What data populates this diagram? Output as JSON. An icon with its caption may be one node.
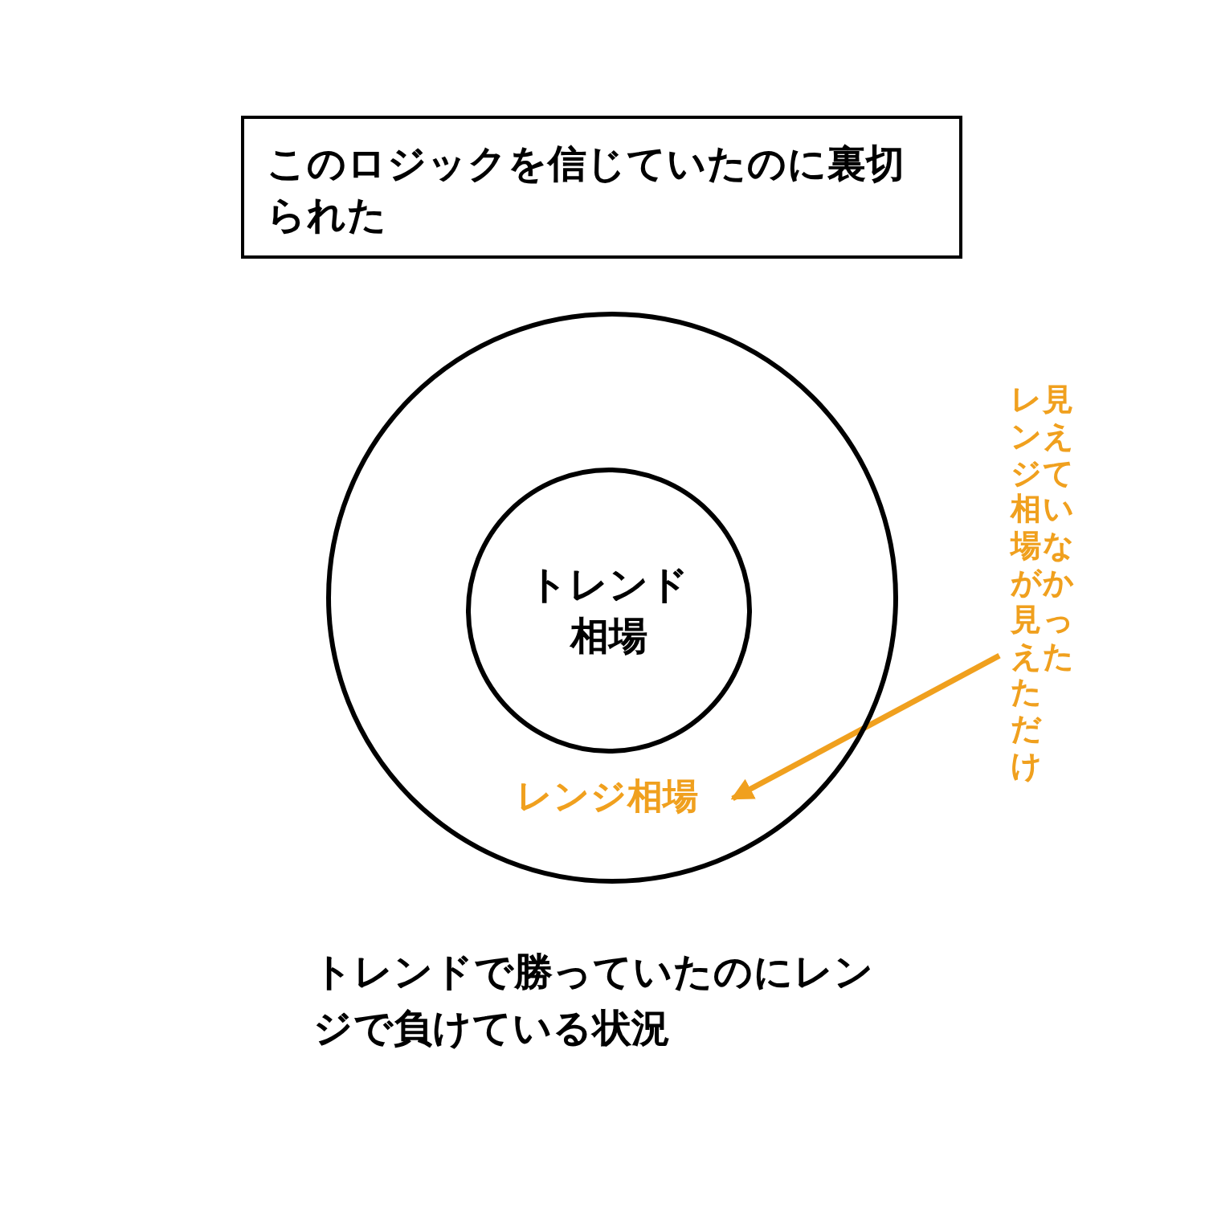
{
  "diagram": {
    "nodes": [
      {
        "text": [
          "このロジックを信じていたのに裏切られた"
        ]
      },
      {
        "text": [],
        "shape": "circle"
      },
      {
        "text": [
          "トレンド相場"
        ],
        "in": 1
      },
      {
        "text": [
          "レンジ相場"
        ],
        "in": 1
      },
      {
        "text": [
          "見えていなかったレンジ相場が見えただけ"
        ]
      }
    ],
    "edges": [
      {
        "from": 4,
        "to": 3,
        "arrow": "to",
        "color": "#f0a01e"
      }
    ],
    "labels": [
      "トレンドで勝っていたのにレンジで負けている状況"
    ]
  }
}
